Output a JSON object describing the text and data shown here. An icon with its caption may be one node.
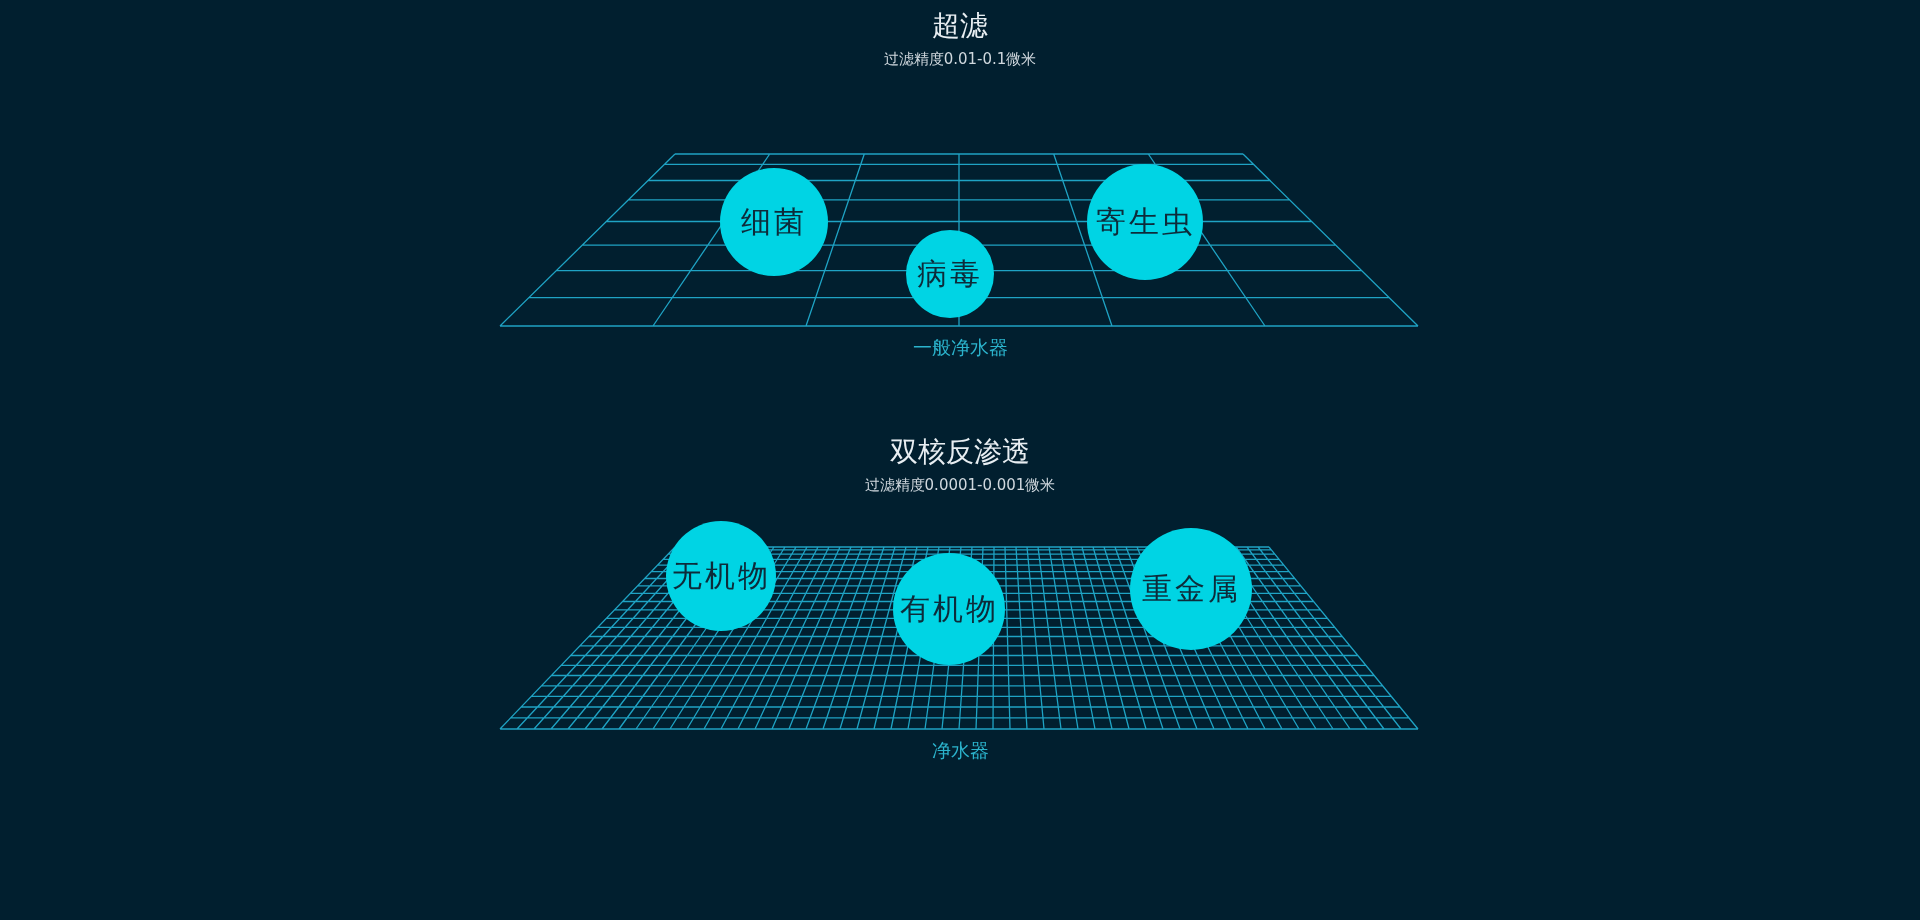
{
  "diagram": {
    "nodes": [
      {
        "text": [
          "细菌"
        ]
      },
      {
        "text": [
          "病毒"
        ]
      },
      {
        "text": [
          "寄生虫"
        ]
      },
      {
        "text": [
          "无机物"
        ]
      },
      {
        "text": [
          "有机物"
        ]
      },
      {
        "text": [
          "重金属"
        ]
      }
    ],
    "labels": [
      "超滤",
      "过滤精度0.01-0.1微米",
      "一般净水器",
      "双核反渗透",
      "过滤精度0.0001-0.001微米",
      "净水器"
    ]
  }
}
